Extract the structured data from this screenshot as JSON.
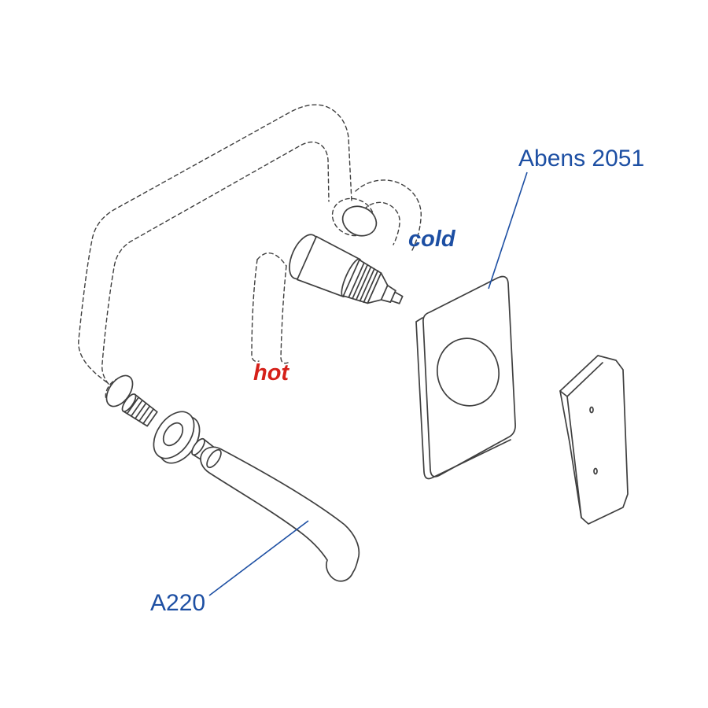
{
  "labels": {
    "plate_model": "Abens 2051",
    "cold": "cold",
    "hot": "hot",
    "spout_model": "A220"
  },
  "colors": {
    "label_blue": "#1d4fa3",
    "label_red": "#d52019",
    "line": "#3f3f3f",
    "black_part": "#1a1a1a",
    "background": "#ffffff"
  }
}
